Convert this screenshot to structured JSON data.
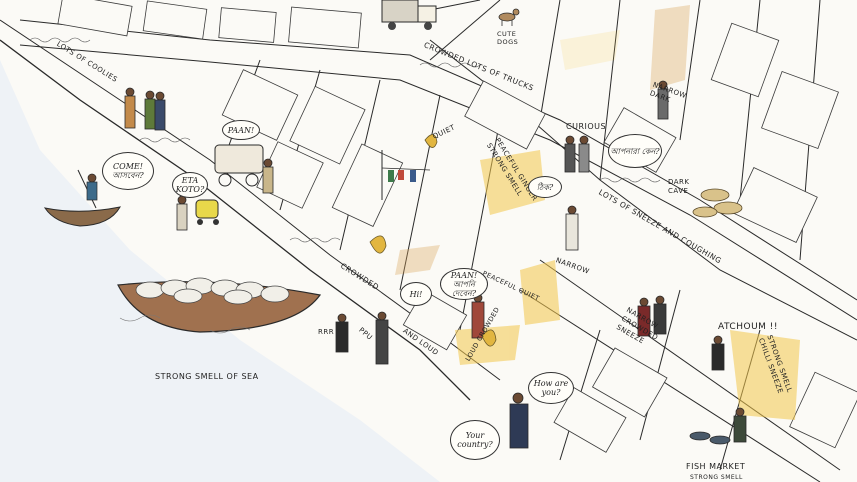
{
  "labels": {
    "lots_of_coolies": "LOTS OF COOLIES",
    "crowded_lots_of_trucks": "CROWDED LOTS OF TRUCKS",
    "cute_dogs": "CUTE DOGS",
    "narrow_dark": "NARROW DARK",
    "curious": "CURIOUS",
    "quiet": "QUIET",
    "peaceful_ginger_strong_smell": "PEACEFUL GINGER STRONG SMELL",
    "dark_cave": "DARK CAVE",
    "lots_of_sneeze_and_coughing": "LOTS OF SNEEZE AND COUGHING",
    "narrow": "NARROW",
    "crowded_1": "CROWDED",
    "peaceful_quiet": "PEACEFUL QUIET",
    "loud_crowded": "LOUD CROWDED",
    "rrr": "RRR",
    "ppu": "PPU",
    "and_loud": "AND LOUD",
    "narrow_crowded_sneeze": "NARROW CROWDED SNEEZE",
    "atchoum": "ATCHOUM !!",
    "strong_smell_chilli_sneeze": "STRONG SMELL CHILLI SNEEZE",
    "strong_smell_of_sea": "STRONG SMELL OF SEA",
    "fish_market": "FISH MARKET",
    "fish_market_sub": "STRONG SMELL"
  },
  "speech": {
    "paan_1": "PAAN!",
    "come": "COME! আসবেন?",
    "eta_koto": "ETA KOTO?",
    "bengali_short": "ঠিক?",
    "bengali_curious": "আপনারা কেন?",
    "hi": "Hi!",
    "paan_2": "PAAN! আপনি দেবেন?",
    "how_are_you": "How are you?",
    "your_country": "Your country?"
  },
  "colors": {
    "ink": "#2a2a2a",
    "paper": "#fbfaf6",
    "water": "#eef2f6",
    "smell_yellow": "#f3c64a",
    "boat_brown": "#a0714f",
    "leaf_yellow": "#e2b640"
  },
  "icons": [
    "boat-icon",
    "person-icon",
    "rickshaw-icon",
    "truck-icon",
    "dog-icon",
    "leaf-icon",
    "laundry-icon",
    "basket-icon"
  ]
}
